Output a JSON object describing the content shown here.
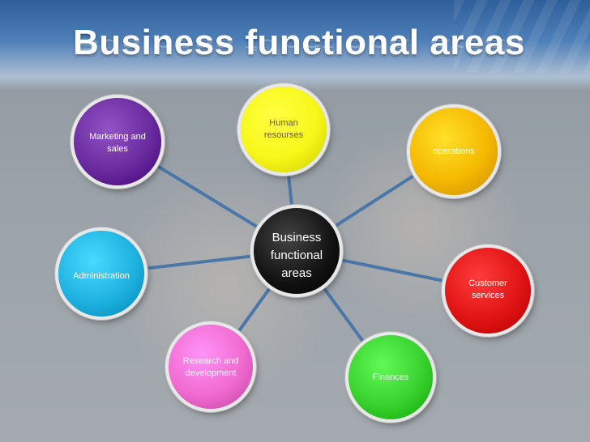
{
  "slide": {
    "title": "Business functional areas"
  },
  "diagram": {
    "center": {
      "line1": "Business",
      "line2": "functional",
      "line3": "areas",
      "color": "#111111"
    },
    "nodes": [
      {
        "key": "marketing",
        "line1": "Marketing and",
        "line2": "sales",
        "color": "#6a2b9e"
      },
      {
        "key": "hr",
        "line1": "Human",
        "line2": "resourses",
        "color": "#f7f71a"
      },
      {
        "key": "operations",
        "line1": "operations",
        "color": "#f5b800"
      },
      {
        "key": "administration",
        "line1": "Administration",
        "color": "#1fb2e0"
      },
      {
        "key": "customer",
        "line1": "Customer",
        "line2": "services",
        "color": "#e01414"
      },
      {
        "key": "research",
        "line1": "Research and",
        "line2": "development",
        "color": "#f06bd0"
      },
      {
        "key": "finances",
        "line1": "Finances",
        "color": "#38d12e"
      }
    ],
    "connector_color": "#4a76a8"
  }
}
